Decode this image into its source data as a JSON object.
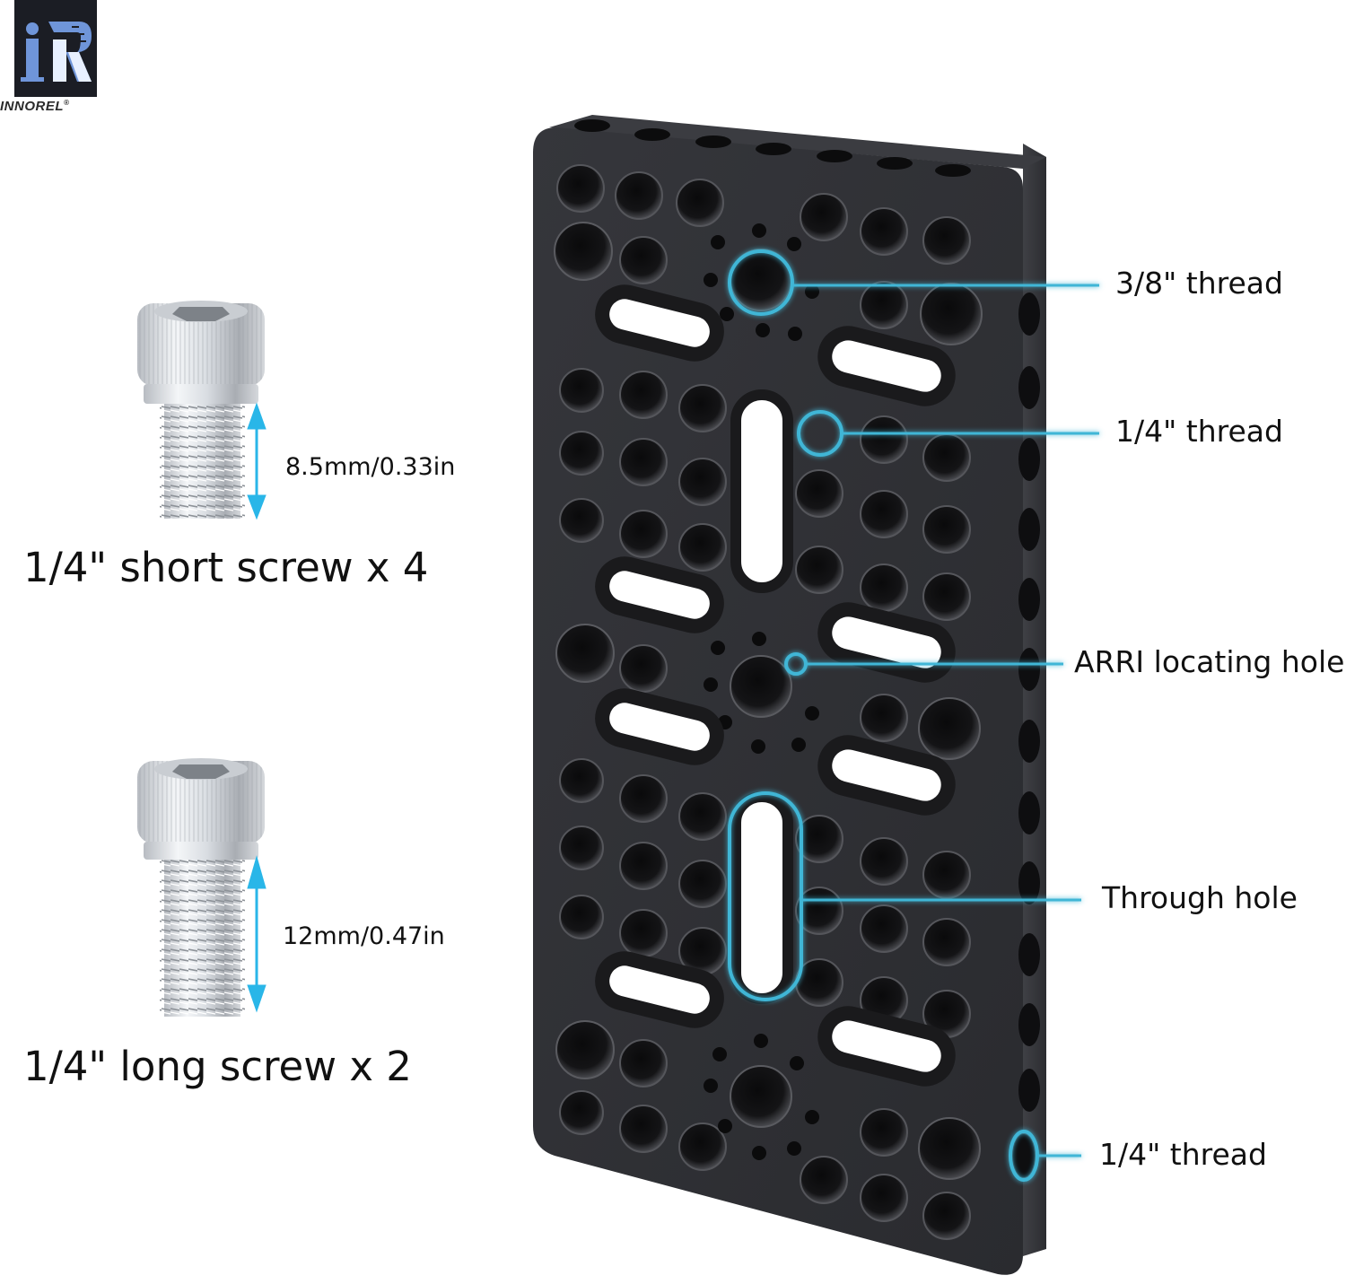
{
  "brand": {
    "logo_mark": "iR",
    "name": "INNOREL",
    "registered": "®",
    "colors": {
      "box": "#1b1d24",
      "i": "#6f95d9",
      "r": "#e8f0ff",
      "r_stripe": "#6f95d9"
    }
  },
  "accent_color": "#3fb6d6",
  "plate": {
    "color": "#2e2f33",
    "edge_color": "#3a3b40",
    "callouts": [
      {
        "id": "three-eighths-thread",
        "label": "3/8\" thread"
      },
      {
        "id": "quarter-thread-top",
        "label": "1/4\" thread"
      },
      {
        "id": "arri-locating-hole",
        "label": "ARRI locating hole"
      },
      {
        "id": "through-hole",
        "label": "Through hole"
      },
      {
        "id": "quarter-thread-side",
        "label": "1/4\" thread"
      }
    ]
  },
  "accessories": [
    {
      "id": "short-screw",
      "dimension": "8.5mm/0.33in",
      "caption": "1/4\" short screw x 4"
    },
    {
      "id": "long-screw",
      "dimension": "12mm/0.47in",
      "caption": "1/4\" long screw x 2"
    }
  ]
}
